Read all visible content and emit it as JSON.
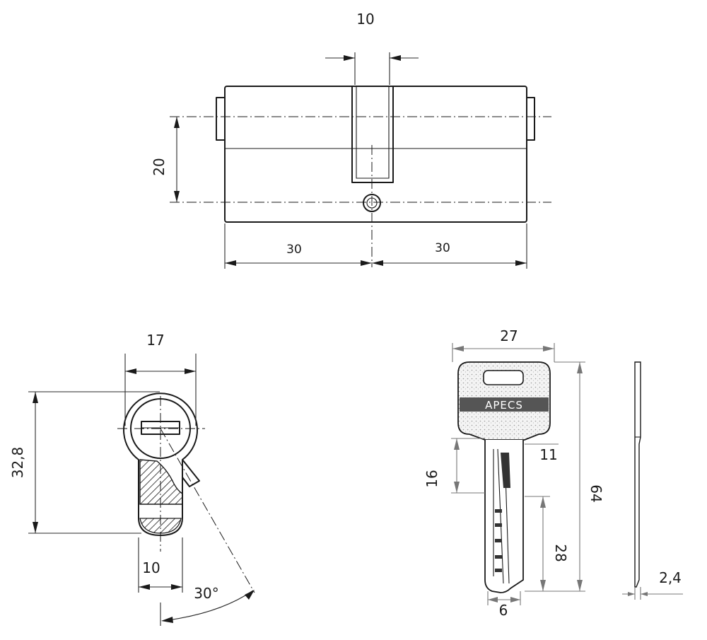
{
  "front_view": {
    "dim_cam_width": "10",
    "dim_height": "20",
    "dim_left": "30",
    "dim_right": "30"
  },
  "side_view": {
    "dim_width": "17",
    "dim_height": "32,8",
    "dim_bottom": "10",
    "dim_angle": "30°"
  },
  "key_view": {
    "brand": "APECS",
    "dim_head_width": "27",
    "dim_head_height": "16",
    "dim_neck": "11",
    "dim_total_length": "64",
    "dim_blade_length": "28",
    "dim_blade_width": "6",
    "dim_thickness": "2,4"
  },
  "colors": {
    "line": "#1a1a1a",
    "gray_dim": "#777777",
    "brand_band": "#555555"
  }
}
